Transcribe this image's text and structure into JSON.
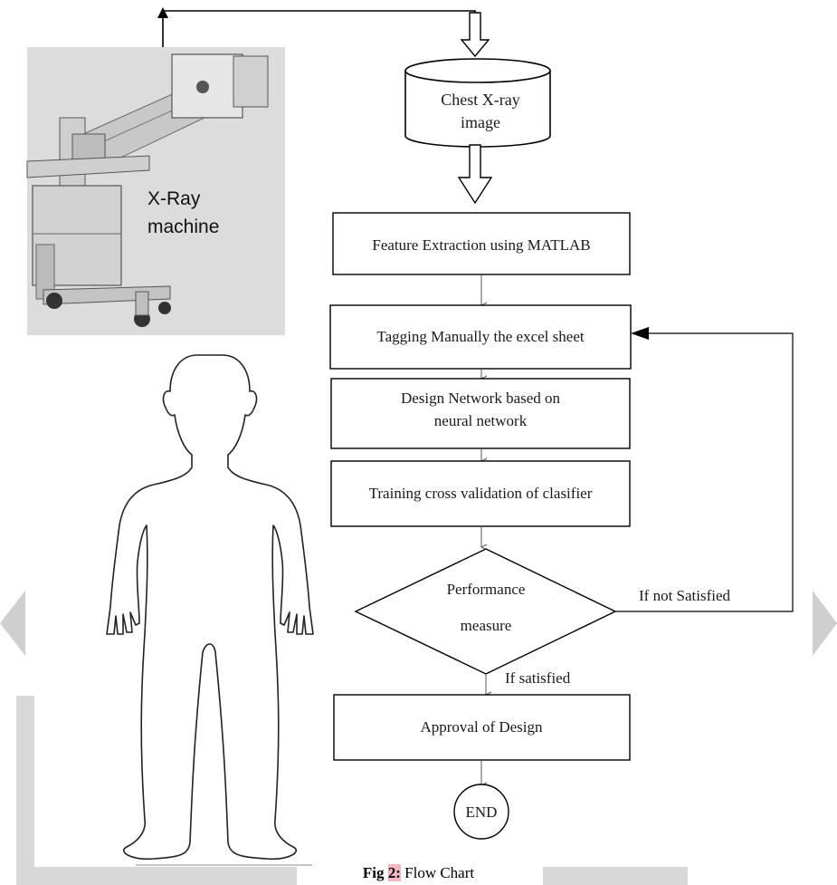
{
  "machine": {
    "label_line1": "X-Ray",
    "label_line2": "machine"
  },
  "flow": {
    "input": {
      "line1": "Chest X-ray",
      "line2": "image"
    },
    "step1": "Feature Extraction using MATLAB",
    "step2": "Tagging Manually  the excel sheet",
    "step3": {
      "line1": "Design Network based on",
      "line2": "neural network"
    },
    "step4": "Training cross validation of clasifier",
    "decision": {
      "line1": "Performance",
      "line2": "measure"
    },
    "edge_no": "If not Satisfied",
    "edge_yes": "If satisfied",
    "step5": "Approval of Design",
    "end": "END"
  },
  "caption": {
    "prefix": "Fig",
    "number": "2:",
    "text": "Flow Chart"
  }
}
